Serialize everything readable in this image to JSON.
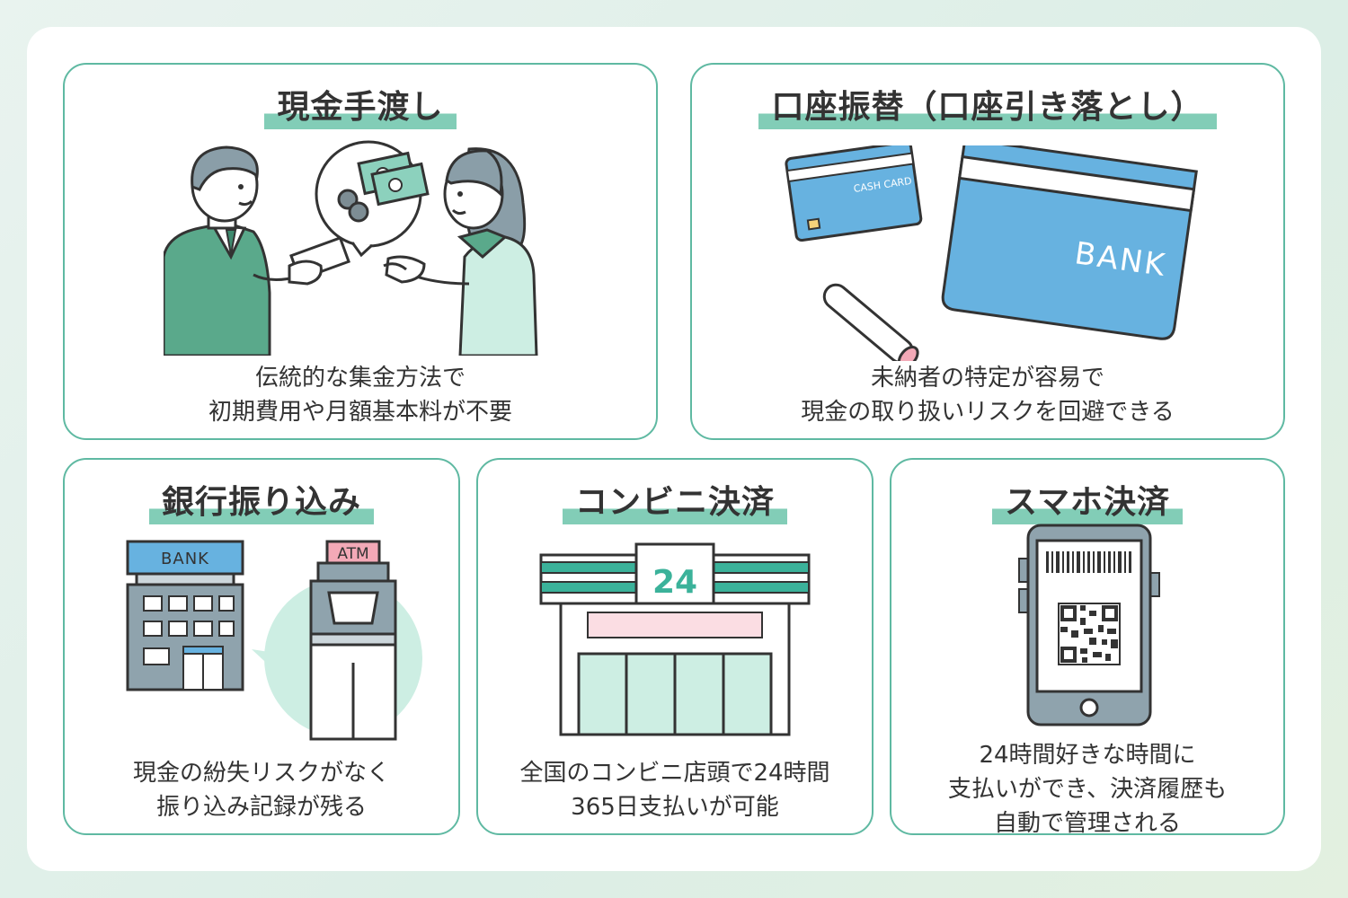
{
  "cards": [
    {
      "title": "現金手渡し",
      "lines": [
        "伝統的な集金方法で",
        "初期費用や月額基本料が不要"
      ]
    },
    {
      "title": "口座振替（口座引き落とし）",
      "lines": [
        "未納者の特定が容易で",
        "現金の取り扱いリスクを回避できる"
      ],
      "cash_card_label": "CASH CARD",
      "bankbook_label": "BANK"
    },
    {
      "title": "銀行振り込み",
      "lines": [
        "現金の紛失リスクがなく",
        "振り込み記録が残る"
      ],
      "bank_sign": "BANK",
      "atm_sign": "ATM"
    },
    {
      "title": "コンビニ決済",
      "lines": [
        "全国のコンビニ店頭で24時間",
        "365日支払いが可能"
      ],
      "store_sign": "24"
    },
    {
      "title": "スマホ決済",
      "lines": [
        "24時間好きな時間に",
        "支払いができ、決済履歴も",
        "自動で管理される"
      ]
    }
  ],
  "colors": {
    "accent": "#5fb9a2",
    "highlight": "#82cdb7",
    "green_suit": "#5aa98b",
    "blue_card": "#67b2e0",
    "gray_building": "#8fa3ad",
    "pink": "#fbdde3"
  }
}
